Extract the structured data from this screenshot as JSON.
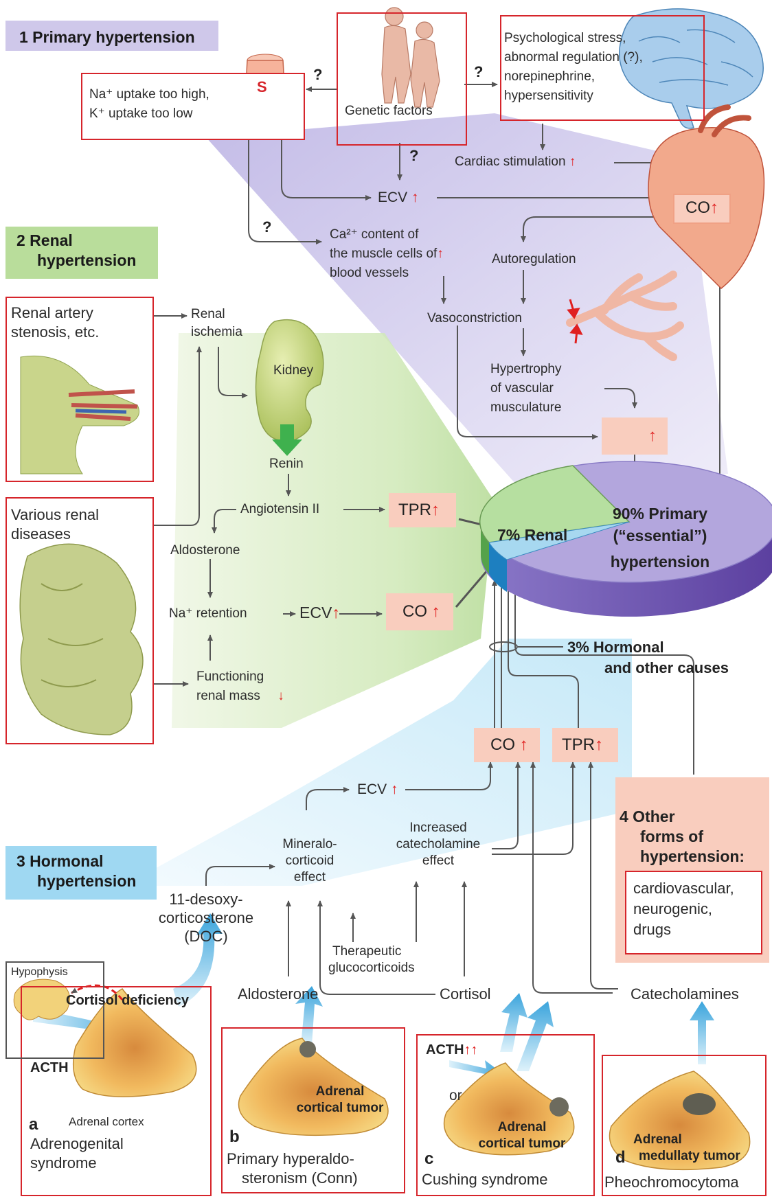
{
  "sections": {
    "primary": "1  Primary hypertension",
    "renal_1": "2  Renal",
    "renal_2": "hypertension",
    "hormonal_1": "3  Hormonal",
    "hormonal_2": "hypertension",
    "other_1": "4  Other",
    "other_2": "forms of",
    "other_3": "hypertension:"
  },
  "primary": {
    "na_1": "Na⁺ uptake too high,",
    "na_2": "K⁺ uptake too low",
    "salt_letter": "S",
    "genetic": "Genetic factors",
    "stress_1": "Psychological stress,",
    "stress_2": "abnormal regulation (?),",
    "stress_3": "norepinephrine,",
    "stress_4": "hypersensitivity",
    "q": "?",
    "cardiac": "Cardiac stimulation",
    "ecv": "ECV",
    "co": "CO",
    "ca_1": "Ca²⁺ content of",
    "ca_2": "the muscle cells of",
    "ca_3": "blood vessels",
    "autoregulation": "Autoregulation",
    "vasoconstriction": "Vasoconstriction",
    "hyper_1": "Hypertrophy",
    "hyper_2": "of vascular",
    "hyper_3": "musculature",
    "up": "↑"
  },
  "renal": {
    "stenosis_1": "Renal artery",
    "stenosis_2": "stenosis, etc.",
    "ischemia_1": "Renal",
    "ischemia_2": "ischemia",
    "kidney": "Kidney",
    "renin": "Renin",
    "various_1": "Various renal",
    "various_2": "diseases",
    "angiotensin": "Angiotensin II",
    "tpr": "TPR",
    "aldosterone": "Aldosterone",
    "na_ret": "Na⁺ retention",
    "ecv": "ECV",
    "co": "CO",
    "func_1": "Functioning",
    "func_2": "renal mass",
    "down": "↓"
  },
  "pie": {
    "primary_1": "90% Primary",
    "primary_2": "(“essential”)",
    "primary_3": "hypertension",
    "renal": "7%  Renal",
    "hormonal_1": "3%  Hormonal",
    "hormonal_2": "and other causes"
  },
  "hormonal": {
    "co": "CO",
    "tpr": "TPR",
    "ecv": "ECV",
    "mineralo_1": "Mineralo-",
    "mineralo_2": "corticoid",
    "mineralo_3": "effect",
    "cat_eff_1": "Increased",
    "cat_eff_2": "catecholamine",
    "cat_eff_3": "effect",
    "doc_1": "11-desoxy-",
    "doc_2": "corticosterone",
    "doc_3": "(DOC)",
    "thera_1": "Therapeutic",
    "thera_2": "glucocorticoids",
    "aldosterone": "Aldosterone",
    "cortisol": "Cortisol",
    "catecholamines": "Catecholamines",
    "other_list_1": "cardiovascular,",
    "other_list_2": "neurogenic,",
    "other_list_3": "drugs"
  },
  "panels": {
    "a": {
      "letter": "a",
      "hypophysis": "Hypophysis",
      "deficiency": "Cortisol deficiency",
      "acth": "ACTH",
      "cortex": "Adrenal cortex",
      "name_1": "Adrenogenital",
      "name_2": "syndrome"
    },
    "b": {
      "letter": "b",
      "tumor_1": "Adrenal",
      "tumor_2": "cortical tumor",
      "name_1": "Primary hyperaldo-",
      "name_2": "steronism (Conn)"
    },
    "c": {
      "letter": "c",
      "acth": "ACTH",
      "acth_up": "↑↑",
      "or": "or",
      "tumor_1": "Adrenal",
      "tumor_2": "cortical tumor",
      "name": "Cushing syndrome"
    },
    "d": {
      "letter": "d",
      "tumor_1": "Adrenal",
      "tumor_2": "medullaty tumor",
      "name": "Pheochromocytoma"
    }
  },
  "colors": {
    "red_frame": "#d6252b",
    "primary_lavender": "#cfc8ea",
    "renal_green": "#b9dd9b",
    "hormonal_blue": "#9fd8f2",
    "other_salmon": "#f9cdbe",
    "pie_purple": "#b3a6dd",
    "pie_green": "#b6dfa0",
    "pie_blue": "#33a4dc"
  }
}
